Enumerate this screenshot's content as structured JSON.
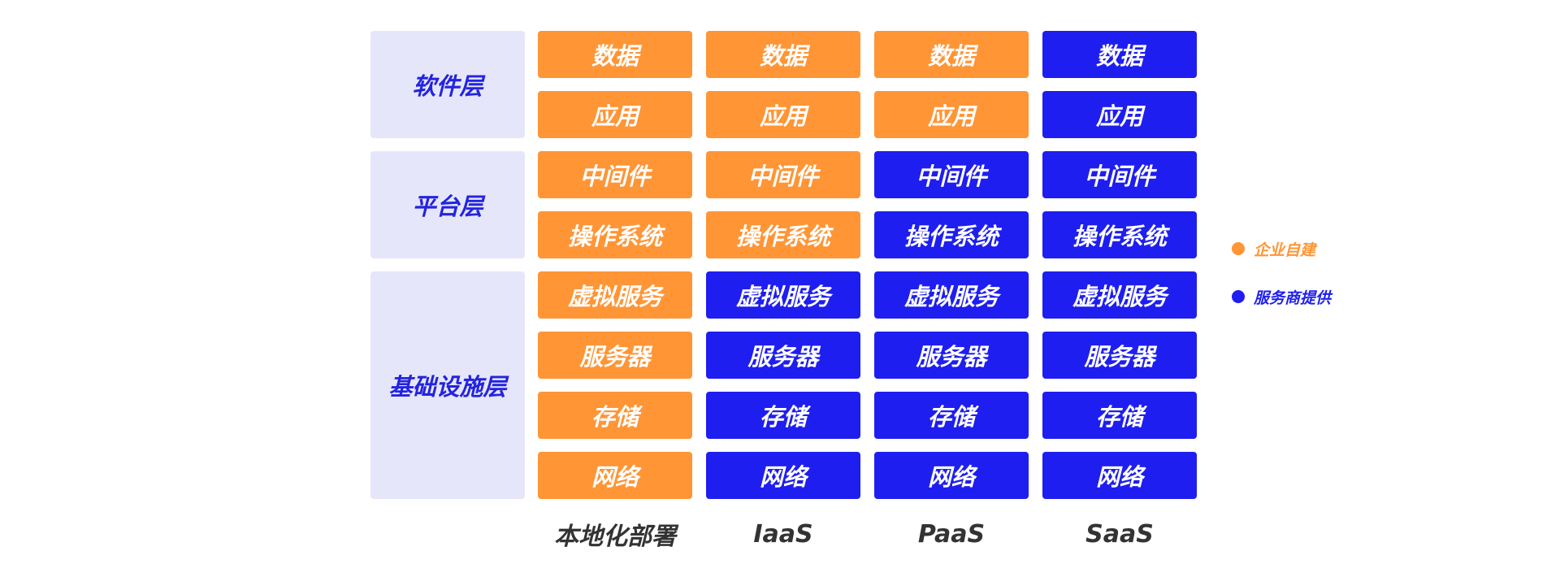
{
  "colors": {
    "self_built": "#ff9535",
    "provider": "#1e1ef0",
    "layer_bg": "#e6e6fa",
    "layer_text": "#2323e0",
    "column_label_text": "#333333"
  },
  "layers": [
    {
      "label": "软件层",
      "rows": 2
    },
    {
      "label": "平台层",
      "rows": 2
    },
    {
      "label": "基础设施层",
      "rows": 4
    }
  ],
  "rows": [
    "数据",
    "应用",
    "中间件",
    "操作系统",
    "虚拟服务",
    "服务器",
    "存储",
    "网络"
  ],
  "columns": [
    {
      "label": "本地化部署",
      "provider_rows_from": 8
    },
    {
      "label": "IaaS",
      "provider_rows_from": 4
    },
    {
      "label": "PaaS",
      "provider_rows_from": 2
    },
    {
      "label": "SaaS",
      "provider_rows_from": 0
    }
  ],
  "legend": [
    {
      "label": "企业自建",
      "key": "self_built"
    },
    {
      "label": "服务商提供",
      "key": "provider"
    }
  ]
}
